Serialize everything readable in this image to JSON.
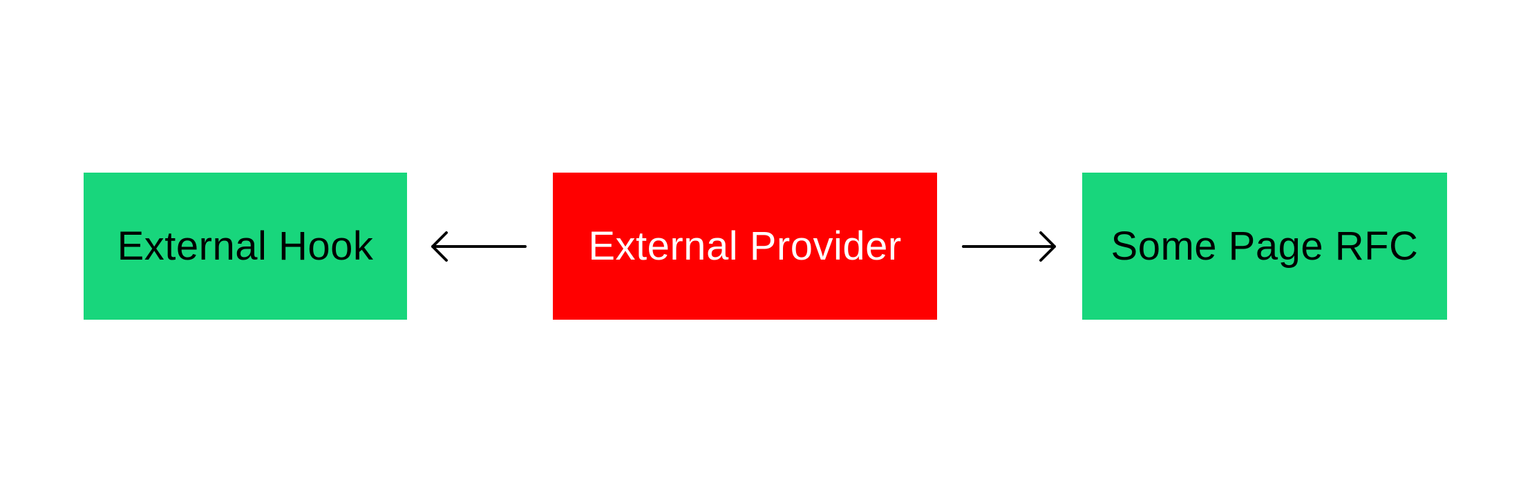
{
  "nodes": {
    "hook": {
      "label": "External Hook",
      "fill": "#18D67C",
      "text_color": "#000000"
    },
    "provider": {
      "label": "External Provider",
      "fill": "#FF0000",
      "text_color": "#FFFFFF"
    },
    "rfc": {
      "label": "Some Page RFC",
      "fill": "#18D67C",
      "text_color": "#000000"
    }
  },
  "edges": [
    {
      "from": "provider",
      "to": "hook"
    },
    {
      "from": "provider",
      "to": "rfc"
    }
  ],
  "colors": {
    "arrow": "#000000",
    "background": "#FFFFFF"
  }
}
